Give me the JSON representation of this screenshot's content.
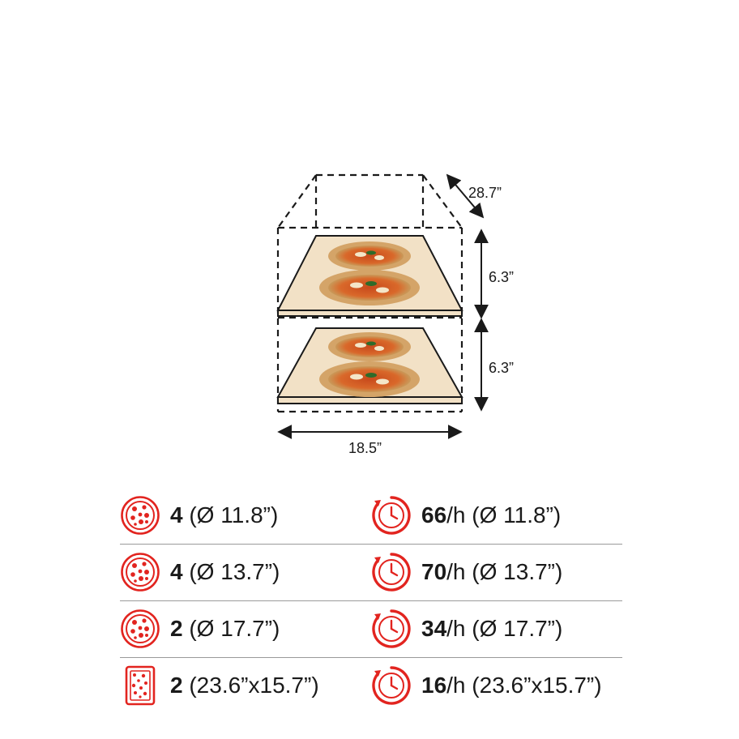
{
  "dimensions": {
    "depth": "28.7”",
    "height_upper": "6.3”",
    "height_lower": "6.3”",
    "width": "18.5”"
  },
  "capacity": [
    {
      "icon": "pizza-icon",
      "count": "4",
      "size": " (Ø 11.8”)"
    },
    {
      "icon": "pizza-icon",
      "count": "4",
      "size": " (Ø 13.7”)"
    },
    {
      "icon": "pizza-icon",
      "count": "2",
      "size": " (Ø 17.7”)"
    },
    {
      "icon": "pizza-tray-icon",
      "count": "2",
      "size": " (23.6”x15.7”)"
    }
  ],
  "hourly": [
    {
      "icon": "timer-icon",
      "count": "66",
      "unit": "/h",
      "size": " (Ø 11.8”)"
    },
    {
      "icon": "timer-icon",
      "count": "70",
      "unit": "/h",
      "size": " (Ø 13.7”)"
    },
    {
      "icon": "timer-icon",
      "count": "34",
      "unit": "/h",
      "size": " (Ø 17.7”)"
    },
    {
      "icon": "timer-icon",
      "count": "16",
      "unit": "/h",
      "size": " (23.6”x15.7”)"
    }
  ],
  "colors": {
    "accent": "#e2241f",
    "stone": "#f2e1c6",
    "line": "#1a1a1a",
    "divider": "#9a9a9a"
  }
}
